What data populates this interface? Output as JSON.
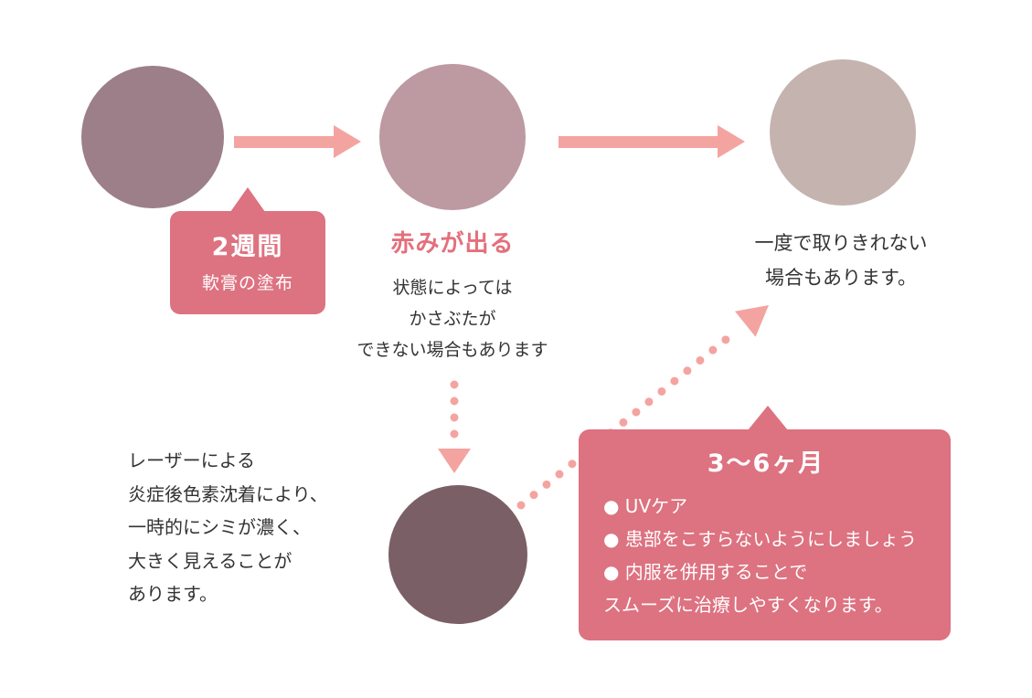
{
  "colors": {
    "accent_pink": "#dd7280",
    "arrow_pink": "#f4a4a0",
    "title_pink": "#e4707c",
    "circle1": "#9c7f89",
    "circle2": "#bd99a1",
    "circle3": "#c5b3af",
    "circle4": "#7b5f66",
    "text_dark": "#333333",
    "white": "#ffffff"
  },
  "step1": {
    "badge_title": "2週間",
    "badge_subtitle": "軟膏の塗布"
  },
  "step2": {
    "title": "赤みが出る",
    "lines": [
      "状態によっては",
      "かさぶたが",
      "できない場合もあります"
    ]
  },
  "step3": {
    "lines": [
      "一度で取りきれない",
      "場合もあります。"
    ]
  },
  "side_note": {
    "lines": [
      "レーザーによる",
      "炎症後色素沈着により、",
      "一時的にシミが濃く、",
      "大きく見えることが",
      "あります。"
    ]
  },
  "care_box": {
    "title": "3〜6ヶ月",
    "lines": [
      "● UVケア",
      "● 患部をこすらないようにしましょう",
      "● 内服を併用することで",
      "スムーズに治療しやすくなります。"
    ]
  }
}
